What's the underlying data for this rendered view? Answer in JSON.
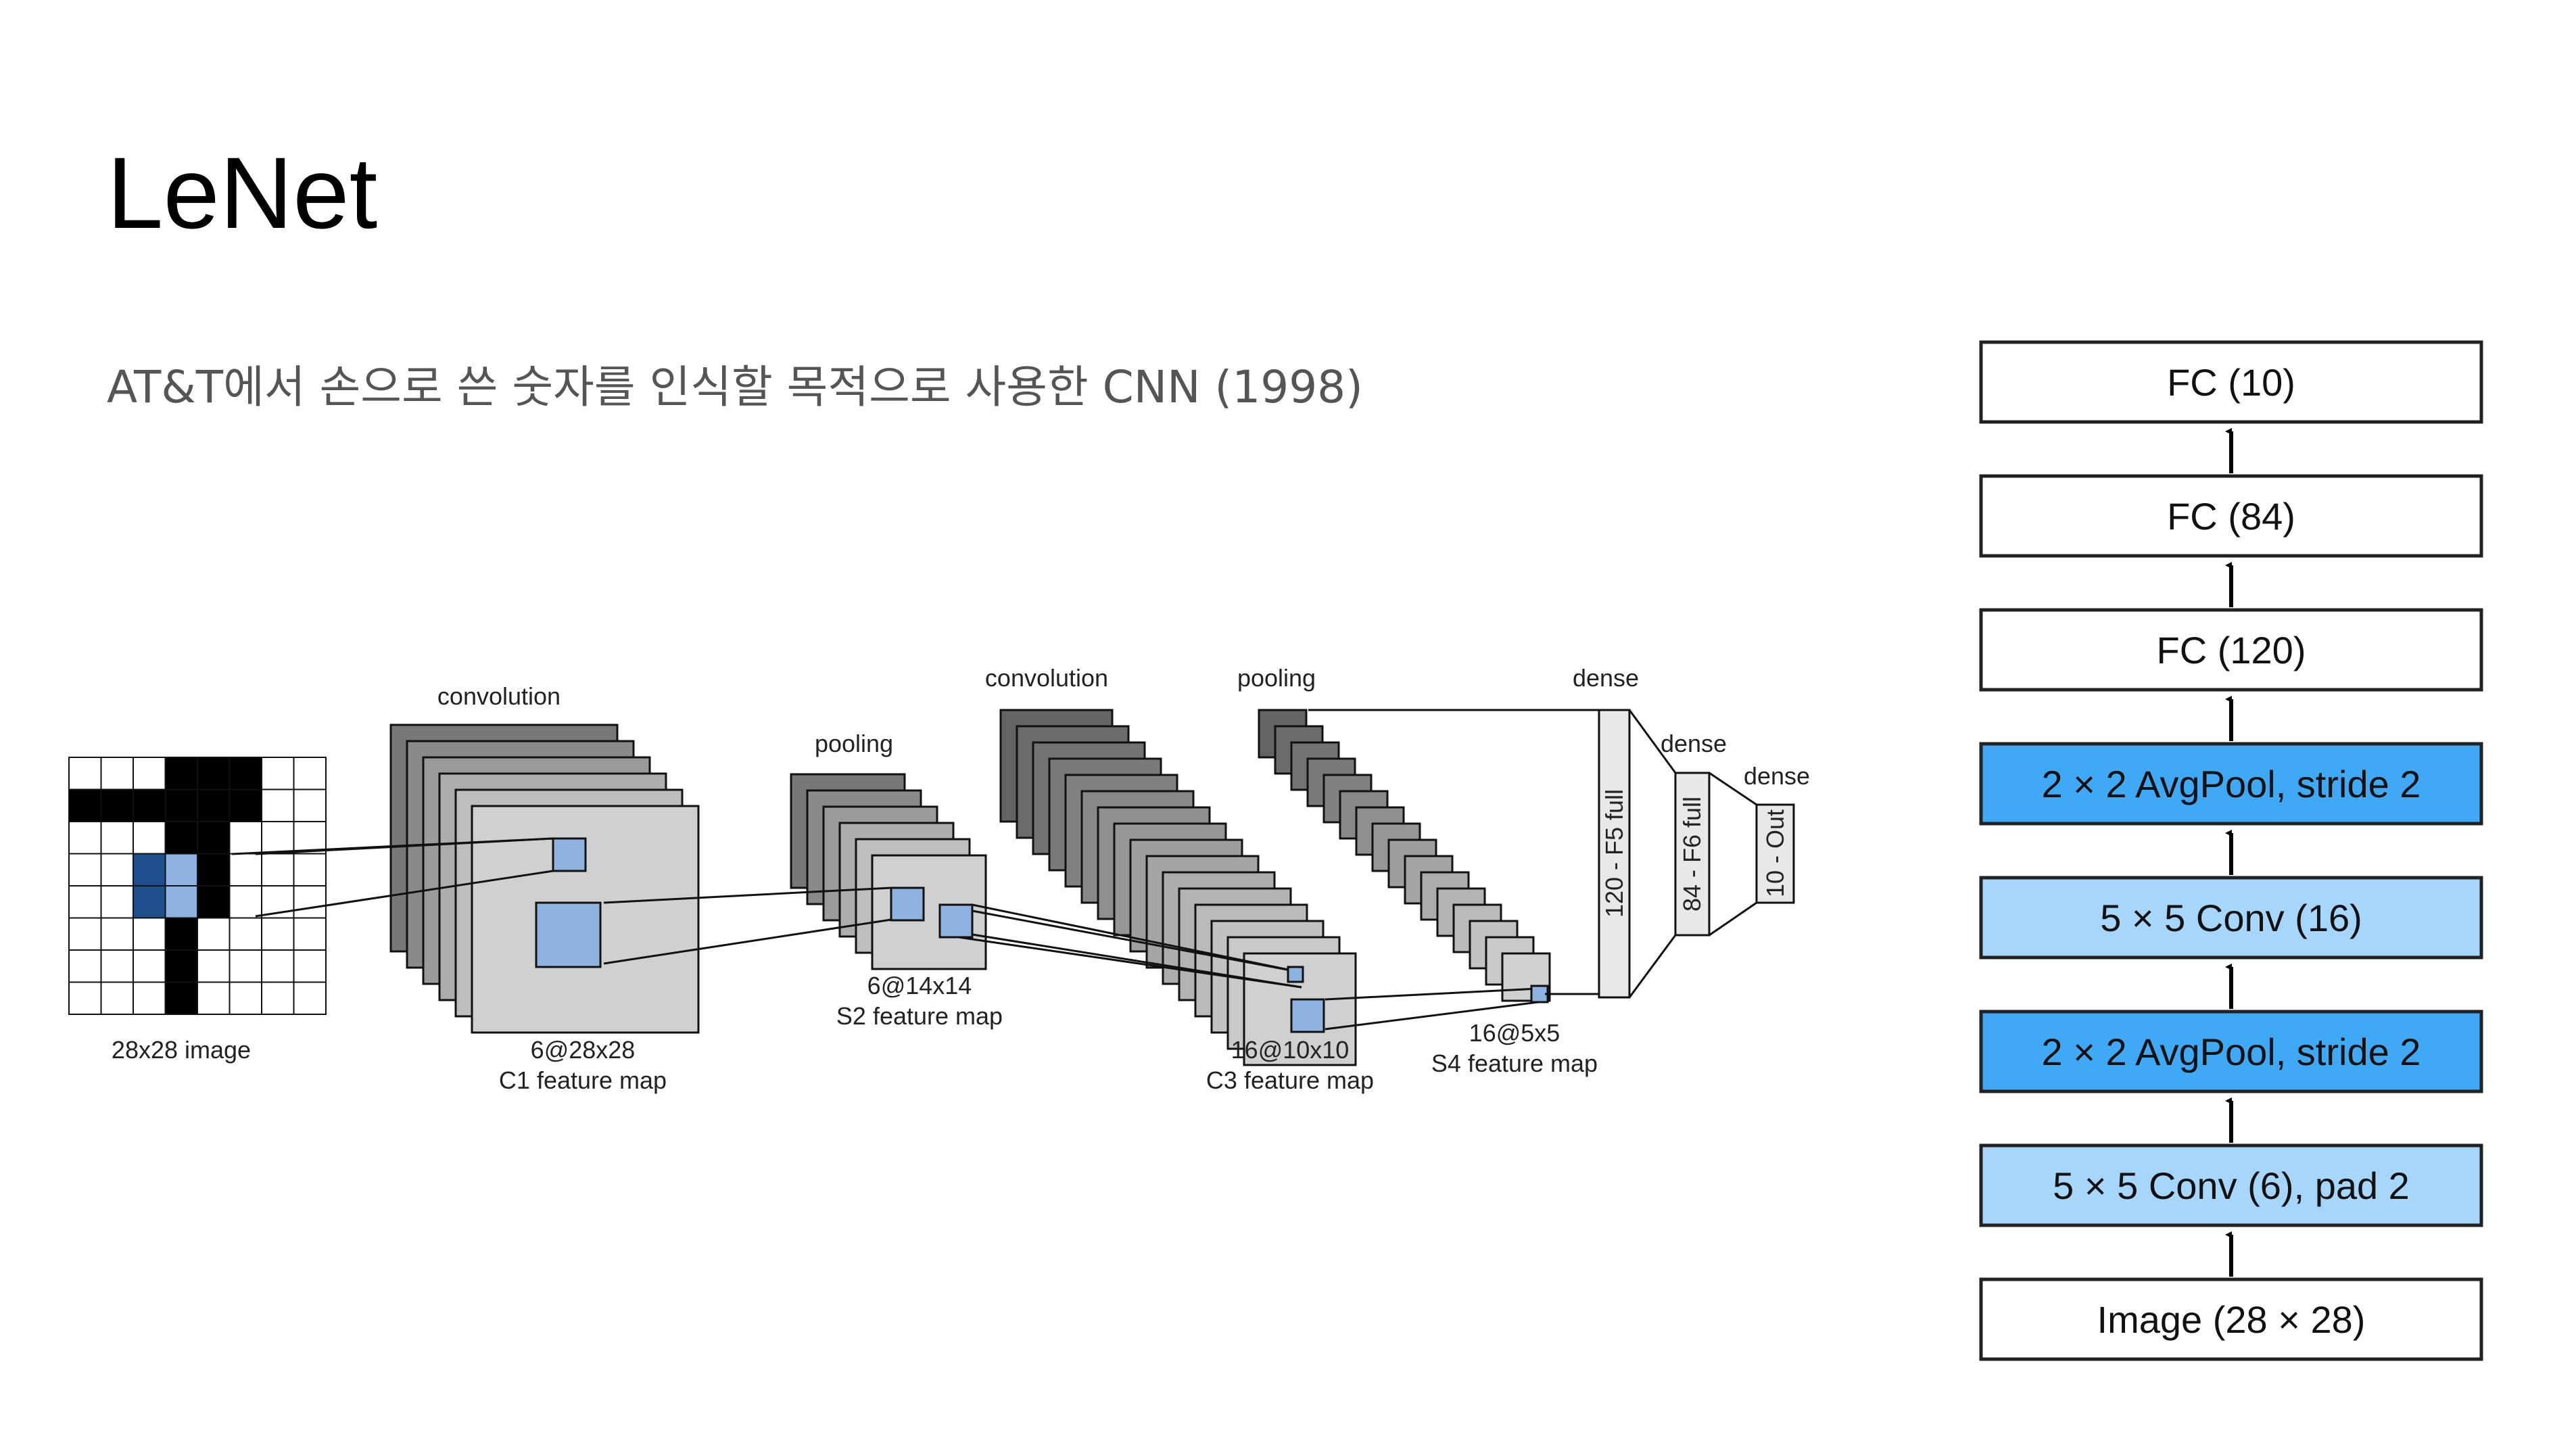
{
  "title": "LeNet",
  "subtitle": "AT&T에서 손으로 쓴 숫자를 인식할 목적으로 사용한 CNN (1998)",
  "pipeline": {
    "ops": [
      "convolution",
      "pooling",
      "convolution",
      "pooling",
      "dense",
      "dense",
      "dense"
    ],
    "maps": [
      {
        "line1": "28x28 image",
        "line2": ""
      },
      {
        "line1": "6@28x28",
        "line2": "C1 feature map"
      },
      {
        "line1": "6@14x14",
        "line2": "S2 feature map"
      },
      {
        "line1": "16@10x10",
        "line2": "C3 feature map"
      },
      {
        "line1": "16@5x5",
        "line2": "S4 feature map"
      }
    ],
    "dense_layers": [
      "120 - F5 full",
      "84 - F6 full",
      "10 - Out"
    ]
  },
  "stack": {
    "layers": [
      {
        "label": "FC (10)",
        "color": "#ffffff"
      },
      {
        "label": "FC (84)",
        "color": "#ffffff"
      },
      {
        "label": "FC (120)",
        "color": "#ffffff"
      },
      {
        "label": "2 × 2 AvgPool, stride 2",
        "color": "#3fa9f5"
      },
      {
        "label": "5 × 5 Conv (16)",
        "color": "#a6d6fb"
      },
      {
        "label": "2 × 2 AvgPool, stride 2",
        "color": "#3fa9f5"
      },
      {
        "label": "5 × 5 Conv (6), pad 2",
        "color": "#a6d6fb"
      },
      {
        "label": "Image (28 × 28)",
        "color": "#ffffff"
      }
    ]
  },
  "colors": {
    "highlight": "#8fb3e0",
    "highlight_dark": "#1f4e8c",
    "map_fill": "#d0d0d0"
  }
}
